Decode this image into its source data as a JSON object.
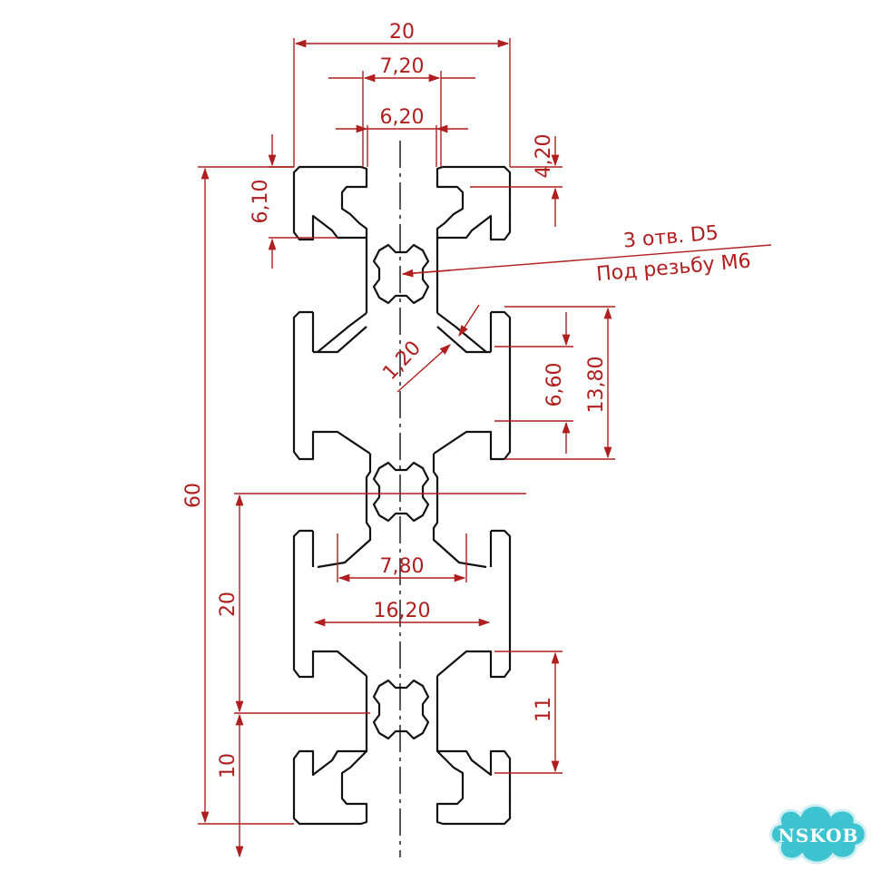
{
  "dimensions": {
    "top_width": "20",
    "slot_outer": "7,20",
    "slot_inner": "6,20",
    "slot_depth": "4,20",
    "slot_height": "6,10",
    "wall": "1,20",
    "inner_slot": "6,60",
    "cavity_height": "13,80",
    "total_height": "60",
    "pitch": "20",
    "end_offset": "10",
    "neck_width": "7,80",
    "cavity_width": "16,20",
    "side_slot": "11"
  },
  "note": {
    "line1": "3 отв. D5",
    "line2": "Под резьбу M6"
  },
  "logo": {
    "text": "NSKOB"
  },
  "colors": {
    "dimension": "#b01e1e",
    "profile": "#111111",
    "logo_fill": "#3ec3d0"
  }
}
